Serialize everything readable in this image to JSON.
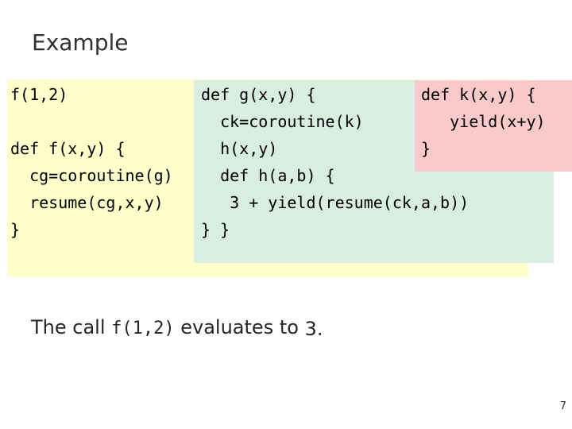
{
  "slide_title": "Example",
  "page_number": "7",
  "colors": {
    "caller_block_bg": "#FFFFCC",
    "g_block_bg": "#D8EEE3",
    "k_block_bg": "#FACACA",
    "code_text": "#000000",
    "title_text": "#303030"
  },
  "code_blocks": {
    "caller": {
      "lines": [
        "f(1,2)",
        "",
        "def f(x,y) {",
        "  cg=coroutine(g)",
        "  resume(cg,x,y)",
        "}"
      ]
    },
    "g_coroutine": {
      "lines": [
        "def g(x,y) {",
        "  ck=coroutine(k)",
        "  h(x,y)",
        "  def h(a,b) {",
        "   3 + yield(resume(ck,a,b))",
        "} }"
      ]
    },
    "k_coroutine": {
      "lines": [
        "def k(x,y) {",
        "   yield(x+y)",
        "}"
      ]
    }
  },
  "caption": {
    "prefix": "The call ",
    "code": "f(1,2)",
    "middle": " evaluates to ",
    "result": "3."
  }
}
